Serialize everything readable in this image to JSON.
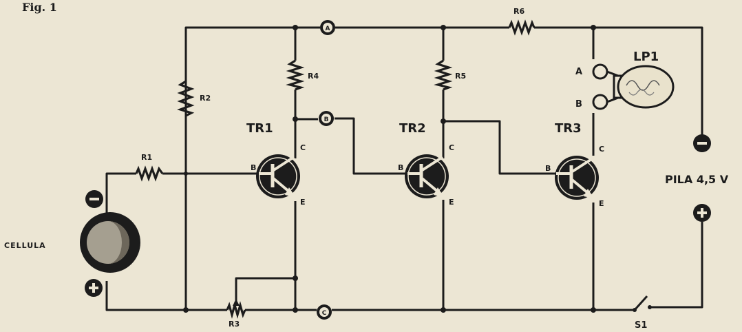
{
  "figure": {
    "caption": "Fig. 1"
  },
  "nodes": {
    "a": "A",
    "b": "B",
    "c": "C"
  },
  "resistors": {
    "r1": "R1",
    "r2": "R2",
    "r3": "R3",
    "r4": "R4",
    "r5": "R5",
    "r6": "R6"
  },
  "transistors": {
    "tr1": {
      "label": "TR1",
      "b": "B",
      "c": "C",
      "e": "E"
    },
    "tr2": {
      "label": "TR2",
      "b": "B",
      "c": "C",
      "e": "E"
    },
    "tr3": {
      "label": "TR3",
      "b": "B",
      "c": "C",
      "e": "E"
    }
  },
  "lamp": {
    "label": "LP1",
    "terminal_a": "A",
    "terminal_b": "B"
  },
  "cell": {
    "label": "CELLULA"
  },
  "battery": {
    "label": "PILA 4,5 V"
  },
  "switch": {
    "label": "S1"
  }
}
